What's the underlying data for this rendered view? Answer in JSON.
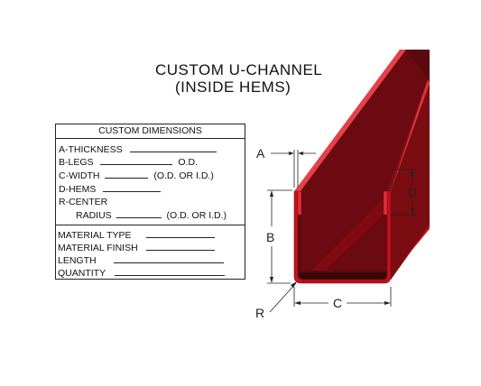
{
  "title": {
    "line1": "CUSTOM U-CHANNEL",
    "line2": "(INSIDE HEMS)"
  },
  "form": {
    "header": "CUSTOM DIMENSIONS",
    "thickness": "A-THICKNESS",
    "legs": "B-LEGS",
    "legs_suffix": "O.D.",
    "width": "C-WIDTH",
    "width_suffix": "(O.D. OR I.D.)",
    "hems": "D-HEMS",
    "center": "R-CENTER",
    "radius": "RADIUS",
    "radius_suffix": "(O.D. OR I.D.)",
    "material_type": "MATERIAL TYPE",
    "material_finish": "MATERIAL FINISH",
    "length": "LENGTH",
    "quantity": "QUANTITY"
  },
  "dimensions": {
    "a": "A",
    "b": "B",
    "c": "C",
    "d": "D",
    "r": "R"
  },
  "colors": {
    "channel_front": "#c8101e",
    "channel_dark": "#5a0a0e",
    "channel_top": "#e0303a",
    "channel_inner": "#8a0c14"
  }
}
